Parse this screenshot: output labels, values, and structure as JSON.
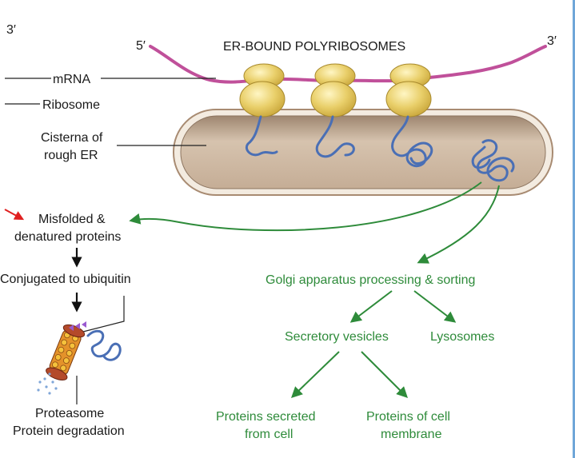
{
  "labels": {
    "left_three_prime": "3′",
    "five_prime": "5′",
    "right_three_prime": "3′",
    "title": "ER-BOUND POLYRIBOSOMES",
    "mrna": "mRNA",
    "ribosome": "Ribosome",
    "cisterna_line1": "Cisterna of",
    "cisterna_line2": "rough ER",
    "misfolded_line1": "Misfolded &",
    "misfolded_line2": "denatured proteins",
    "ubiquitin": "Conjugated to ubiquitin",
    "proteasome_line1": "Proteasome",
    "proteasome_line2": "Protein degradation",
    "golgi": "Golgi apparatus processing & sorting",
    "secretory": "Secretory vesicles",
    "lysosomes": "Lysosomes",
    "secreted_line1": "Proteins secreted",
    "secreted_line2": "from cell",
    "membrane_line1": "Proteins of cell",
    "membrane_line2": "membrane"
  },
  "colors": {
    "mrna": "#c0509a",
    "ribosome": "#e9cf6a",
    "er_lumen": "#c9b19a",
    "protein": "#4a6fb5",
    "pathway": "#2e8b3a",
    "warning_arrow": "#e02020"
  }
}
